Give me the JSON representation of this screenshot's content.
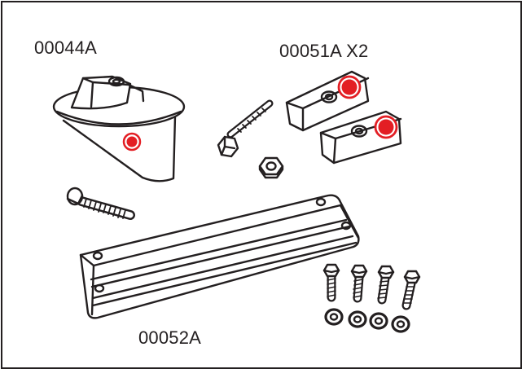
{
  "labels": {
    "anode_cone": "00044A",
    "anode_block": "00051A X2",
    "anode_bar": "00052A"
  },
  "colors": {
    "outline": "#231f20",
    "fill": "#ffffff",
    "marker": "#e31e24"
  },
  "icons": {
    "cone_anode": "cone-anode-icon",
    "block_anode": "block-anode-icon",
    "bar_anode": "bar-anode-icon",
    "bolt": "bolt-icon",
    "nut": "hex-nut-icon",
    "washer": "washer-icon"
  }
}
